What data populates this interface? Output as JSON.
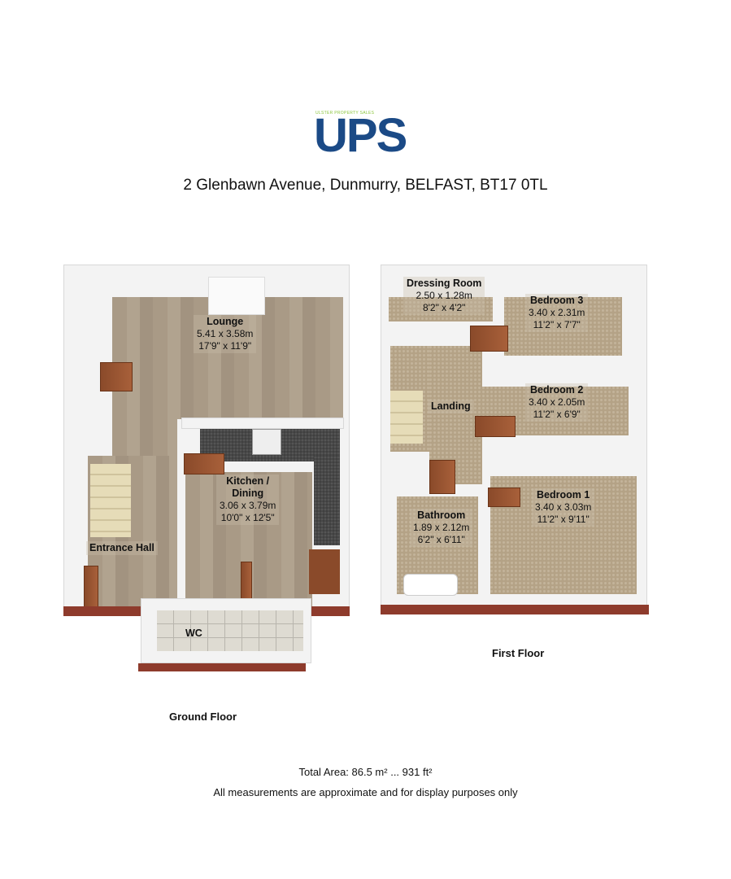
{
  "logo": {
    "tagline": "ULSTER PROPERTY SALES",
    "text": "UPS",
    "colors": {
      "blue": "#1b4a86",
      "green": "#8dc63f"
    }
  },
  "address": "2 Glenbawn Avenue, Dunmurry, BELFAST, BT17 0TL",
  "ground_floor": {
    "caption": "Ground Floor",
    "rooms": [
      {
        "name": "Lounge",
        "metric": "5.41 x 3.58m",
        "imperial": "17'9\" x 11'9\""
      },
      {
        "name": "Kitchen /",
        "name2": "Dining",
        "metric": "3.06 x 3.79m",
        "imperial": "10'0\" x 12'5\""
      },
      {
        "name": "Entrance Hall"
      },
      {
        "name": "WC"
      }
    ]
  },
  "first_floor": {
    "caption": "First Floor",
    "rooms": [
      {
        "name": "Dressing Room",
        "metric": "2.50 x 1.28m",
        "imperial": "8'2\" x 4'2\""
      },
      {
        "name": "Bedroom 3",
        "metric": "3.40 x 2.31m",
        "imperial": "11'2\" x 7'7\""
      },
      {
        "name": "Landing"
      },
      {
        "name": "Bedroom 2",
        "metric": "3.40 x 2.05m",
        "imperial": "11'2\" x 6'9\""
      },
      {
        "name": "Bathroom",
        "metric": "1.89 x 2.12m",
        "imperial": "6'2\" x 6'11\""
      },
      {
        "name": "Bedroom 1",
        "metric": "3.40 x 3.03m",
        "imperial": "11'2\" x 9'11\""
      }
    ]
  },
  "footer": {
    "total_area": "Total Area: 86.5 m² ... 931 ft²",
    "disclaimer": "All measurements are approximate and for display purposes only"
  }
}
